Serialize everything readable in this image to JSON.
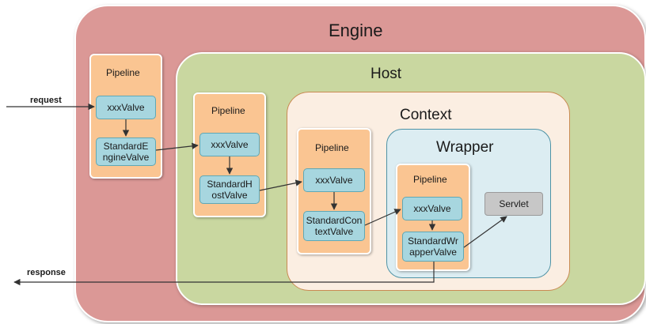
{
  "engine": {
    "title": "Engine"
  },
  "host": {
    "title": "Host"
  },
  "context": {
    "title": "Context"
  },
  "wrapper": {
    "title": "Wrapper"
  },
  "pipelines": [
    {
      "label": "Pipeline",
      "valve": "xxxValve",
      "standard_valve": [
        "StandardE",
        "ngineValve"
      ]
    },
    {
      "label": "Pipeline",
      "valve": "xxxValve",
      "standard_valve": [
        "StandardH",
        "ostValve"
      ]
    },
    {
      "label": "Pipeline",
      "valve": "xxxValve",
      "standard_valve": [
        "StandardCon",
        "textValve"
      ]
    },
    {
      "label": "Pipeline",
      "valve": "xxxValve",
      "standard_valve": [
        "StandardWr",
        "apperValve"
      ]
    }
  ],
  "servlet": {
    "label": "Servlet"
  },
  "io": {
    "request": "request",
    "response": "response"
  },
  "colors": {
    "engine": "#db9896",
    "host": "#c9d7a0",
    "context": "#fbeee2",
    "wrapper": "#dcedf2",
    "pipeline": "#fac592",
    "valve": "#a7d6df",
    "servlet": "#c7c7c7"
  }
}
